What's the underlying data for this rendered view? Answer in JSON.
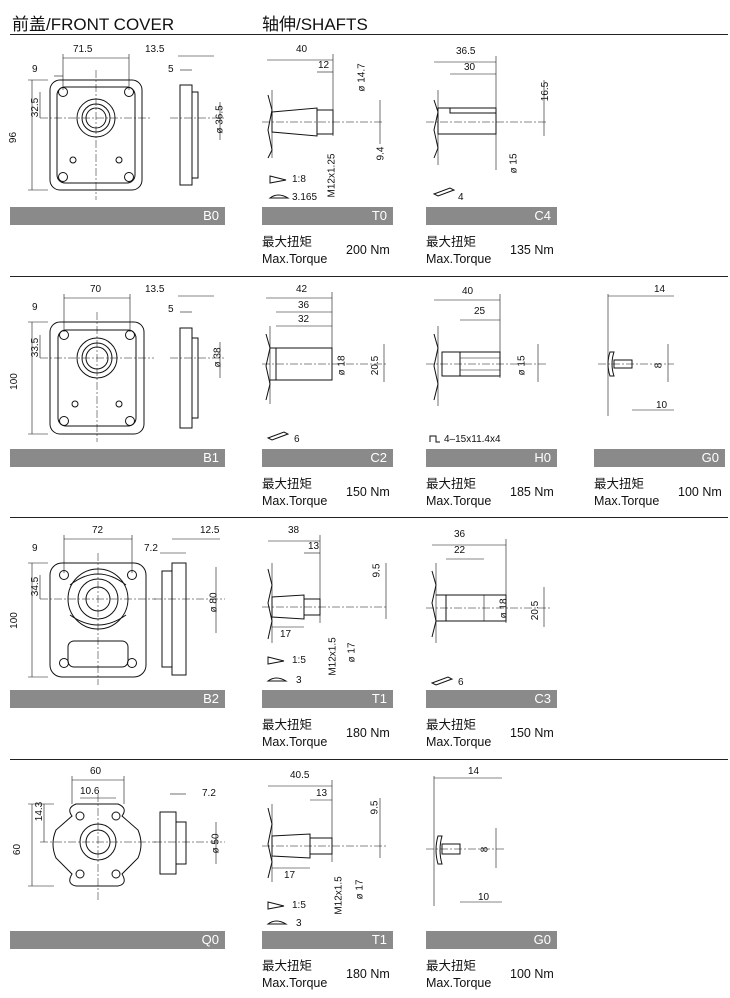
{
  "headers": {
    "front_cover": "前盖/FRONT COVER",
    "shafts": "轴伸/SHAFTS"
  },
  "torque_label": {
    "cn": "最大扭矩",
    "en": "Max.Torque"
  },
  "rows": [
    {
      "cover": {
        "code": "B0",
        "dims": [
          "71.5",
          "13.5",
          "9",
          "5",
          "32.5",
          "96",
          "ø 36.5"
        ]
      },
      "shafts": [
        {
          "code": "T0",
          "torque": "200 Nm",
          "dims": [
            "40",
            "12",
            "ø 14.7",
            "9.4",
            "M12x1.25"
          ],
          "notes": [
            "1:8",
            "3.165"
          ]
        },
        {
          "code": "C4",
          "torque": "135 Nm",
          "dims": [
            "36.5",
            "30",
            "16.5",
            "ø 15"
          ],
          "notes": [
            "4"
          ]
        }
      ]
    },
    {
      "cover": {
        "code": "B1",
        "dims": [
          "70",
          "13.5",
          "9",
          "5",
          "33.5",
          "100",
          "ø 38"
        ]
      },
      "shafts": [
        {
          "code": "C2",
          "torque": "150 Nm",
          "dims": [
            "42",
            "36",
            "32",
            "ø 18",
            "20.5"
          ],
          "notes": [
            "6"
          ]
        },
        {
          "code": "H0",
          "torque": "185 Nm",
          "dims": [
            "40",
            "25",
            "ø 15"
          ],
          "notes": [
            "4–15x11.4x4"
          ]
        },
        {
          "code": "G0",
          "torque": "100 Nm",
          "dims": [
            "14",
            "8",
            "10"
          ],
          "notes": []
        }
      ]
    },
    {
      "cover": {
        "code": "B2",
        "dims": [
          "72",
          "12.5",
          "9",
          "7.2",
          "34.5",
          "100",
          "ø 80"
        ]
      },
      "shafts": [
        {
          "code": "T1",
          "torque": "180 Nm",
          "dims": [
            "38",
            "13",
            "9.5",
            "17",
            "M12x1.5",
            "ø 17"
          ],
          "notes": [
            "1:5",
            "3"
          ]
        },
        {
          "code": "C3",
          "torque": "150 Nm",
          "dims": [
            "36",
            "22",
            "ø 18",
            "20.5"
          ],
          "notes": [
            "6"
          ]
        }
      ]
    },
    {
      "cover": {
        "code": "Q0",
        "dims": [
          "60",
          "7.2",
          "10.6",
          "14.3",
          "60",
          "ø 50"
        ]
      },
      "shafts": [
        {
          "code": "T1",
          "torque": "180 Nm",
          "dims": [
            "40.5",
            "13",
            "9.5",
            "17",
            "M12x1.5",
            "ø 17"
          ],
          "notes": [
            "1:5",
            "3"
          ]
        },
        {
          "code": "G0",
          "torque": "100 Nm",
          "dims": [
            "14",
            "8",
            "10"
          ],
          "notes": []
        }
      ]
    }
  ]
}
